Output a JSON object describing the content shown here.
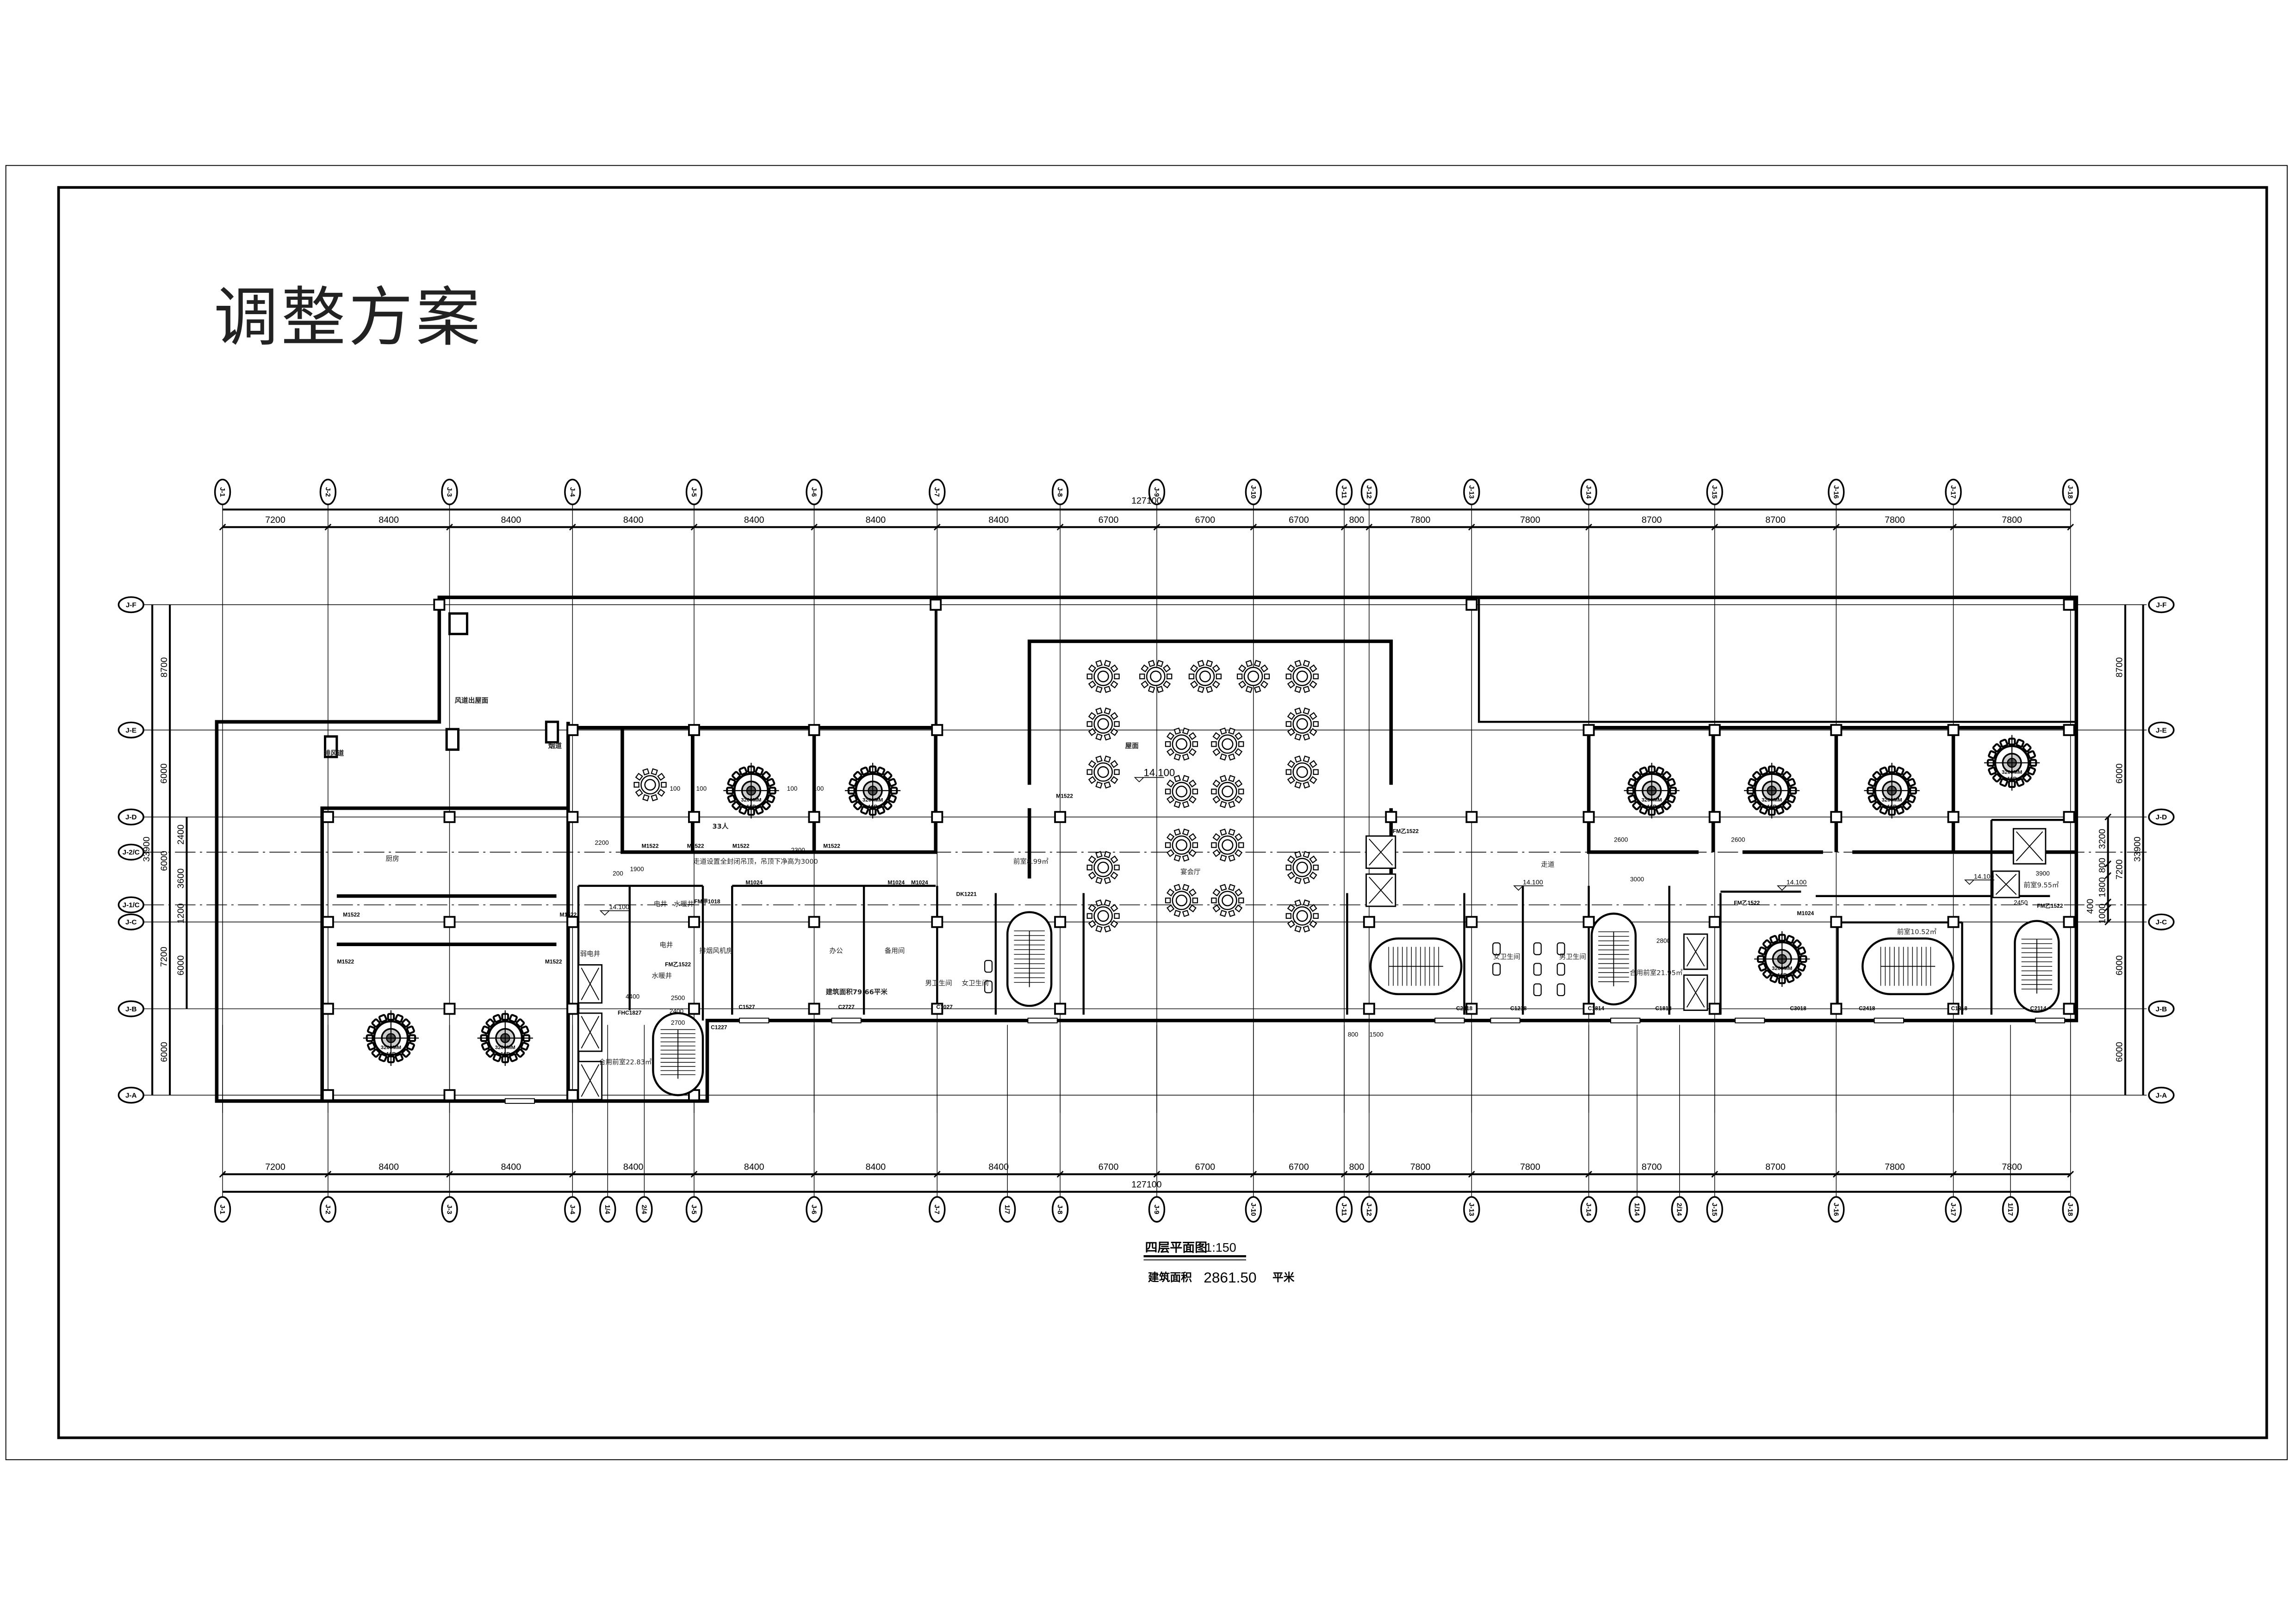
{
  "title": "调整方案",
  "drawing": {
    "name": "四层平面图",
    "scale": "1:150",
    "area_label": "建筑面积",
    "area_value": "2861.50",
    "area_unit": "平米"
  },
  "axes": {
    "top": [
      "J-1",
      "J-2",
      "J-3",
      "J-4",
      "J-5",
      "J-6",
      "J-7",
      "J-8",
      "J-9",
      "J-10",
      "J-11",
      "J-12",
      "J-13",
      "J-14",
      "J-15",
      "J-16",
      "J-17",
      "J-18"
    ],
    "bottom": [
      "J-1",
      "J-2",
      "J-3",
      "J-4",
      "1/4",
      "2/4",
      "J-5",
      "J-6",
      "J-7",
      "1/7",
      "J-8",
      "J-9",
      "J-10",
      "J-11",
      "J-12",
      "J-13",
      "J-14",
      "1/14",
      "2/14",
      "J-15",
      "J-16",
      "J-17",
      "1/17",
      "J-18"
    ],
    "left": [
      "J-F",
      "J-E",
      "J-D",
      "J-2/C",
      "J-1/C",
      "J-C",
      "J-B",
      "J-A"
    ],
    "right": [
      "J-F",
      "J-E",
      "J-D",
      "J-C",
      "J-B",
      "J-A"
    ]
  },
  "dimensions": {
    "horizontal_total": "127100",
    "horizontal_segments": [
      "7200",
      "8400",
      "8400",
      "8400",
      "8400",
      "8400",
      "8400",
      "6700",
      "6700",
      "6700",
      "800",
      "7800",
      "7800",
      "8700",
      "8700",
      "7800",
      "7800"
    ],
    "left_total": "33900",
    "left_segments": [
      "8700",
      "6000",
      "6000",
      "7200",
      "6000"
    ],
    "left_sub": [
      "2400",
      "3600",
      "1200",
      "6000"
    ],
    "right_total": "33900",
    "right_segments": [
      "8700",
      "6000",
      "7200",
      "6000",
      "6000"
    ],
    "right_sub": [
      "3200",
      "800",
      "1800",
      "400",
      "1000"
    ],
    "plan_notes": [
      "2200",
      "100",
      "100",
      "100",
      "100",
      "1900",
      "2300",
      "200",
      "4400",
      "2500",
      "2700",
      "2400",
      "2600",
      "2600",
      "3000",
      "2800",
      "3900",
      "2450",
      "800",
      "1500"
    ]
  },
  "rooms": [
    "屋面",
    "宴会厅",
    "厨房",
    "风道出屋面",
    "排风道",
    "烟道",
    "33人",
    "走道设置全封闭吊顶，吊顶下净高为3000",
    "排烟风机房",
    "办公",
    "备用间",
    "建筑面积79.66平米",
    "男卫生间",
    "女卫生间",
    "电井",
    "水暖井",
    "弱电井",
    "合用前室22.83㎡",
    "走道",
    "女卫生间",
    "男卫生间",
    "合用前室21.95㎡",
    "前室9.55㎡",
    "前室10.52㎡",
    "前室8.99㎡",
    "电井",
    "水暖井"
  ],
  "elevations": [
    "14.100",
    "14.100",
    "14.100",
    "14.100",
    "14.100"
  ],
  "doors": [
    "M1522",
    "M1522",
    "M1522",
    "M1522",
    "M1522",
    "M1522",
    "M1522",
    "M1522",
    "M1522",
    "M1024",
    "M1024",
    "M1024",
    "M1024",
    "FM甲1018",
    "FM乙1522",
    "FM乙1522",
    "FM乙1522",
    "FM乙1522",
    "DK1221",
    "C1527",
    "C2727",
    "C1027",
    "C2418",
    "C1218",
    "C1814",
    "C1818",
    "C3018",
    "C2418",
    "C1818",
    "C2114",
    "FHC1827",
    "C1227"
  ],
  "tables": {
    "big_label": "3200MM",
    "big_seats": "16P"
  }
}
